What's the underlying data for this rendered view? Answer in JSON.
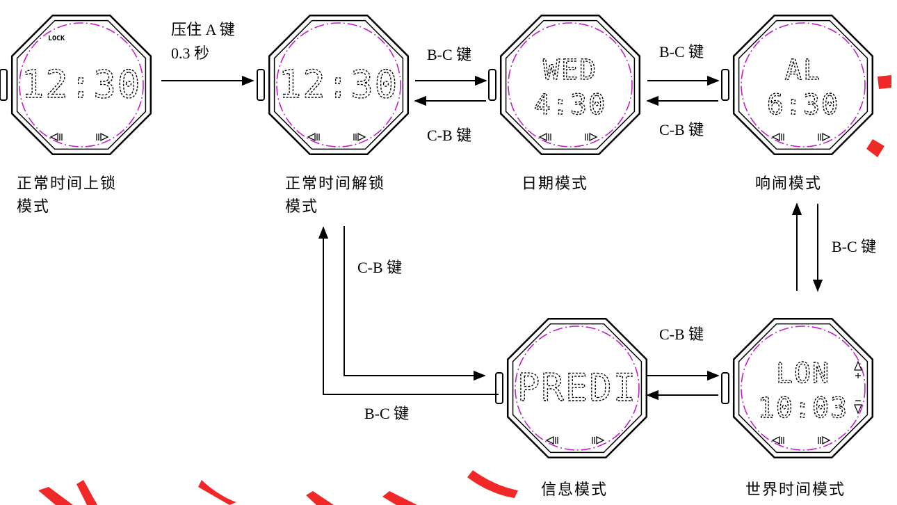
{
  "watches": [
    {
      "id": "locked",
      "badge": "LOCK",
      "line1": "12:30",
      "line2": "",
      "nav": true,
      "updown": false
    },
    {
      "id": "unlocked",
      "badge": "",
      "line1": "12:30",
      "line2": "",
      "nav": true,
      "updown": false
    },
    {
      "id": "date",
      "badge": "",
      "line1": "WED",
      "line2": "4:30",
      "nav": true,
      "updown": false
    },
    {
      "id": "alarm",
      "badge": "",
      "line1": "AL",
      "line2": "6:30",
      "nav": true,
      "updown": false
    },
    {
      "id": "info",
      "badge": "",
      "line1": "PREDI",
      "line2": "",
      "nav": true,
      "updown": false
    },
    {
      "id": "world",
      "badge": "",
      "line1": "LON",
      "line2": "10:03",
      "nav": true,
      "updown": true
    }
  ],
  "labels": {
    "locked_line1": "正常时间上锁",
    "locked_line2": "模式",
    "unlocked_line1": "正常时间解锁",
    "unlocked_line2": "模式",
    "date": "日期模式",
    "alarm": "响闹模式",
    "info": "信息模式",
    "world": "世界时间模式"
  },
  "keys": {
    "press_a_line1": "压住 A 键",
    "press_a_line2": "0.3 秒",
    "bc_1": "B-C 键",
    "cb_1": "C-B 键",
    "bc_2": "B-C 键",
    "cb_2": "C-B 键",
    "bc_3": "B-C 键",
    "cb_3": "C-B 键",
    "cb_4": "C-B 键",
    "bc_4": "B-C 键"
  },
  "colors": {
    "dial_circle": "#c21fc8",
    "watermark": "#ee0000",
    "line": "#000000"
  }
}
